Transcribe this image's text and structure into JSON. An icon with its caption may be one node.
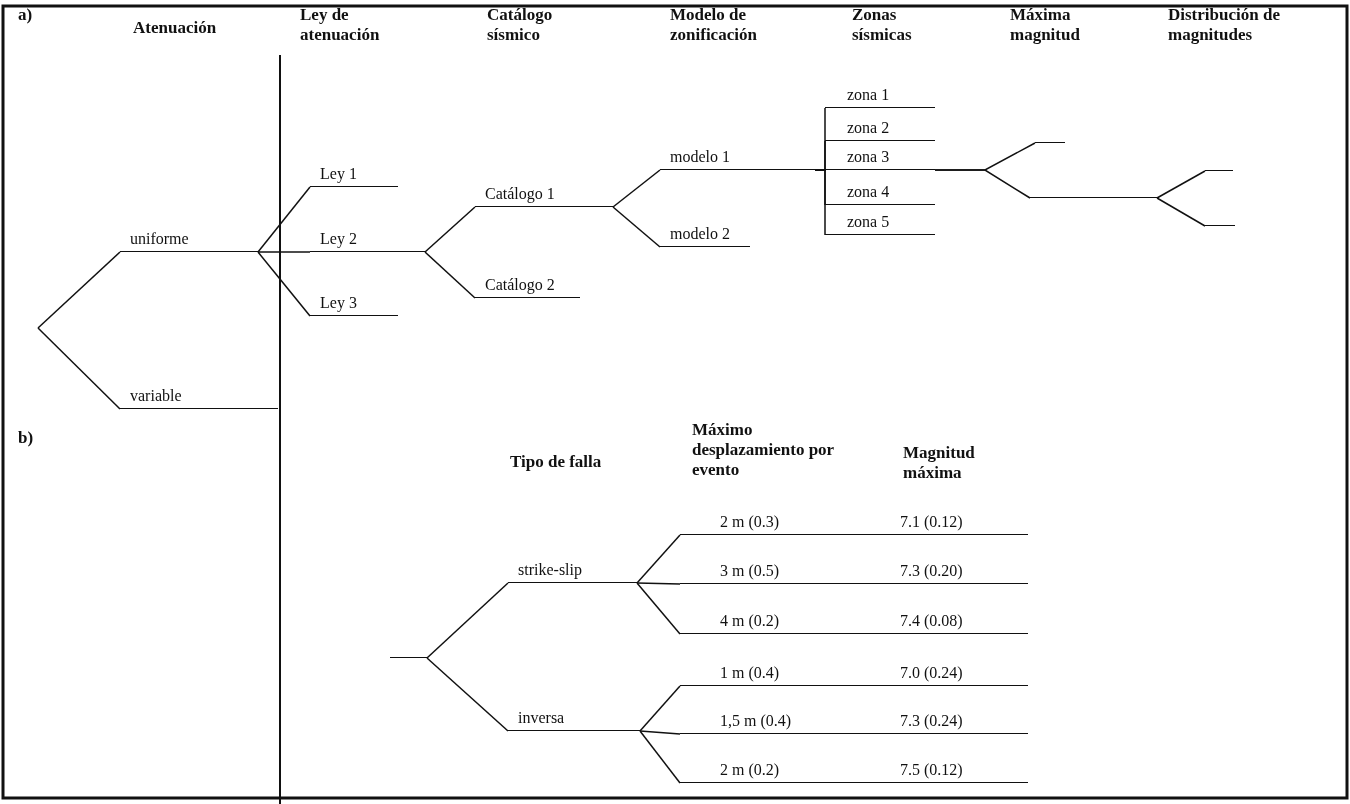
{
  "diagram": {
    "nodes": [
      {
        "text": [
          "uniforme"
        ]
      },
      {
        "text": [
          "variable"
        ]
      },
      {
        "text": [
          "Ley 1"
        ]
      },
      {
        "text": [
          "Ley 2"
        ]
      },
      {
        "text": [
          "Ley 3"
        ]
      },
      {
        "text": [
          "Catálogo 1"
        ]
      },
      {
        "text": [
          "Catálogo 2"
        ]
      },
      {
        "text": [
          "modelo 1"
        ]
      },
      {
        "text": [
          "modelo 2"
        ]
      },
      {
        "text": [
          "zona 1"
        ]
      },
      {
        "text": [
          "zona 2"
        ]
      },
      {
        "text": [
          "zona 3"
        ]
      },
      {
        "text": [
          "zona 4"
        ]
      },
      {
        "text": [
          "zona 5"
        ]
      },
      {
        "text": [],
        "shape": "bar"
      },
      {
        "text": [],
        "shape": "bar"
      },
      {
        "text": [],
        "shape": "bar"
      },
      {
        "text": [],
        "shape": "bar"
      },
      {
        "text": [],
        "shape": "bar"
      },
      {
        "text": [
          "strike-slip"
        ]
      },
      {
        "text": [
          "inversa"
        ]
      },
      {
        "text": [
          "2 m (0.3)",
          "7.1 (0.12)"
        ]
      },
      {
        "text": [
          "3 m (0.5)",
          "7.3 (0.20)"
        ]
      },
      {
        "text": [
          "4 m (0.2)",
          "7.4 (0.08)"
        ]
      },
      {
        "text": [
          "1 m (0.4)",
          "7.0 (0.24)"
        ]
      },
      {
        "text": [
          "1,5 m (0.4)",
          "7.3 (0.24)"
        ]
      },
      {
        "text": [
          "2 m (0.2)",
          "7.5 (0.12)"
        ]
      }
    ],
    "edges": [
      {
        "from": null,
        "to": 0,
        "arrow": "none"
      },
      {
        "from": null,
        "to": 1,
        "arrow": "none"
      },
      {
        "from": 0,
        "to": 2,
        "arrow": "none"
      },
      {
        "from": 0,
        "to": 3,
        "arrow": "none"
      },
      {
        "from": 0,
        "to": 4,
        "arrow": "none"
      },
      {
        "from": 3,
        "to": 5,
        "arrow": "none"
      },
      {
        "from": 3,
        "to": 6,
        "arrow": "none"
      },
      {
        "from": 5,
        "to": 7,
        "arrow": "none"
      },
      {
        "from": 5,
        "to": 8,
        "arrow": "none"
      },
      {
        "from": 7,
        "to": 9,
        "arrow": "none"
      },
      {
        "from": 7,
        "to": 10,
        "arrow": "none"
      },
      {
        "from": 7,
        "to": 11,
        "arrow": "none"
      },
      {
        "from": 7,
        "to": 12,
        "arrow": "none"
      },
      {
        "from": 7,
        "to": 13,
        "arrow": "none"
      },
      {
        "from": 11,
        "to": 14,
        "arrow": "none"
      },
      {
        "from": 11,
        "to": 15,
        "arrow": "none"
      },
      {
        "from": 15,
        "to": 16,
        "arrow": "none"
      },
      {
        "from": 15,
        "to": 17,
        "arrow": "none"
      },
      {
        "from": 18,
        "to": 19,
        "arrow": "none"
      },
      {
        "from": 18,
        "to": 20,
        "arrow": "none"
      },
      {
        "from": 19,
        "to": 21,
        "arrow": "none"
      },
      {
        "from": 19,
        "to": 22,
        "arrow": "none"
      },
      {
        "from": 19,
        "to": 23,
        "arrow": "none"
      },
      {
        "from": 20,
        "to": 24,
        "arrow": "none"
      },
      {
        "from": 20,
        "to": 25,
        "arrow": "none"
      },
      {
        "from": 20,
        "to": 26,
        "arrow": "none"
      }
    ],
    "labels": [
      "a)",
      "Atenuación",
      "Ley de atenuación",
      "Catálogo sísmico",
      "Modelo de zonificación",
      "Zonas sísmicas",
      "Máxima magnitud",
      "Distribución de magnitudes",
      "b)",
      "Tipo de falla",
      "Máximo desplazamiento por evento",
      "Magnitud máxima"
    ]
  }
}
